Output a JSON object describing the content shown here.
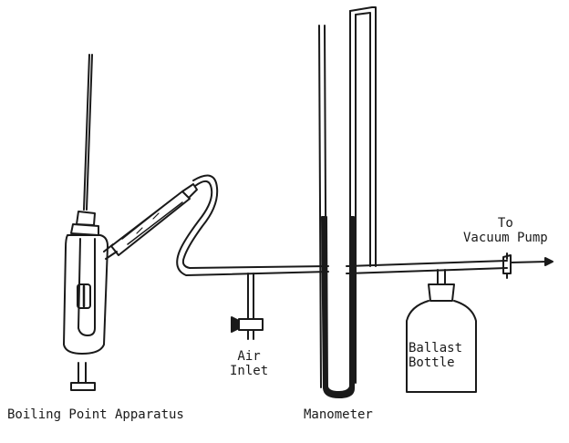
{
  "labels": {
    "boiling_point_apparatus": "Boiling Point Apparatus",
    "manometer": "Manometer",
    "air_inlet": [
      "Air",
      "Inlet"
    ],
    "ballast_bottle": [
      "Ballast",
      "Bottle"
    ],
    "to_vacuum_pump": [
      "To",
      "Vacuum Pump"
    ]
  },
  "colors": {
    "ink": "#1a1a1a",
    "mercury": "#1a1a1a",
    "paper": "#ffffff"
  }
}
